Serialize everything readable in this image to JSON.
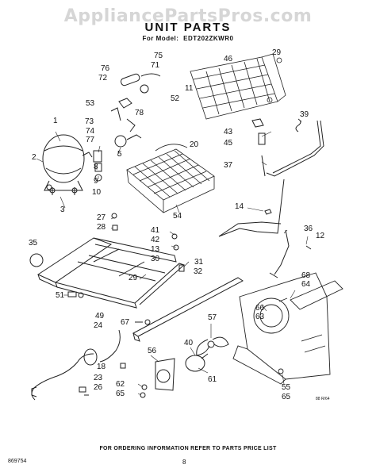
{
  "watermark": "AppliancePartsPros.com",
  "title": "UNIT PARTS",
  "model": {
    "label": "For Model:",
    "number": "EDT202ZKWR0"
  },
  "callouts": [
    "75",
    "71",
    "76",
    "72",
    "46",
    "29",
    "11",
    "52",
    "53",
    "73",
    "74",
    "77",
    "78",
    "20",
    "1",
    "2",
    "8",
    "9",
    "10",
    "5",
    "3",
    "43",
    "45",
    "39",
    "37",
    "54",
    "14",
    "36",
    "27",
    "28",
    "41",
    "42",
    "13",
    "30",
    "31",
    "32",
    "12",
    "35",
    "29",
    "51",
    "68",
    "64",
    "66",
    "63",
    "49",
    "24",
    "67",
    "57",
    "40",
    "56",
    "18",
    "23",
    "26",
    "62",
    "65",
    "61",
    "55",
    "65"
  ],
  "art_code": "88 R/64",
  "footer": "FOR ORDERING INFORMATION REFER TO PARTS PRICE LIST",
  "doc_id": "869754",
  "page_number": "8"
}
